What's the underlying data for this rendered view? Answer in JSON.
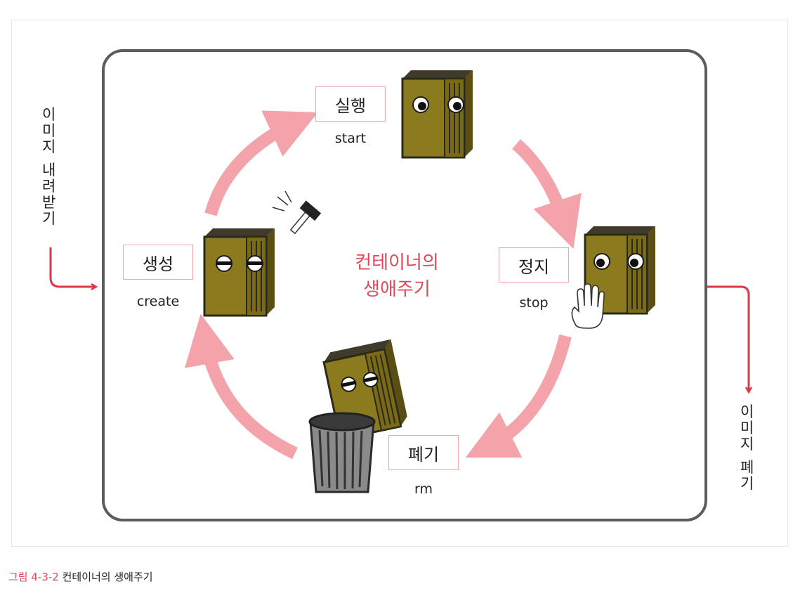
{
  "figure": {
    "center_title_line1": "컨테이너의",
    "center_title_line2": "생애주기",
    "stages": {
      "create": {
        "ko": "생성",
        "en": "create"
      },
      "start": {
        "ko": "실행",
        "en": "start"
      },
      "stop": {
        "ko": "정지",
        "en": "stop"
      },
      "remove": {
        "ko": "폐기",
        "en": "rm"
      }
    },
    "left_side": {
      "chars": [
        "이",
        "미",
        "지",
        "",
        "내",
        "려",
        "받",
        "기"
      ]
    },
    "right_side": {
      "chars": [
        "이",
        "미",
        "지",
        "",
        "폐",
        "기"
      ]
    },
    "colors": {
      "arrow": "#f3a3a9",
      "side_arrow": "#e0364a",
      "frame": "#5c5c5c",
      "box": "#8c7a1e",
      "box_dark": "#4f4510",
      "accent_text": "#e0485a"
    }
  },
  "caption": {
    "number": "그림 4-3-2",
    "text": "컨테이너의 생애주기"
  }
}
